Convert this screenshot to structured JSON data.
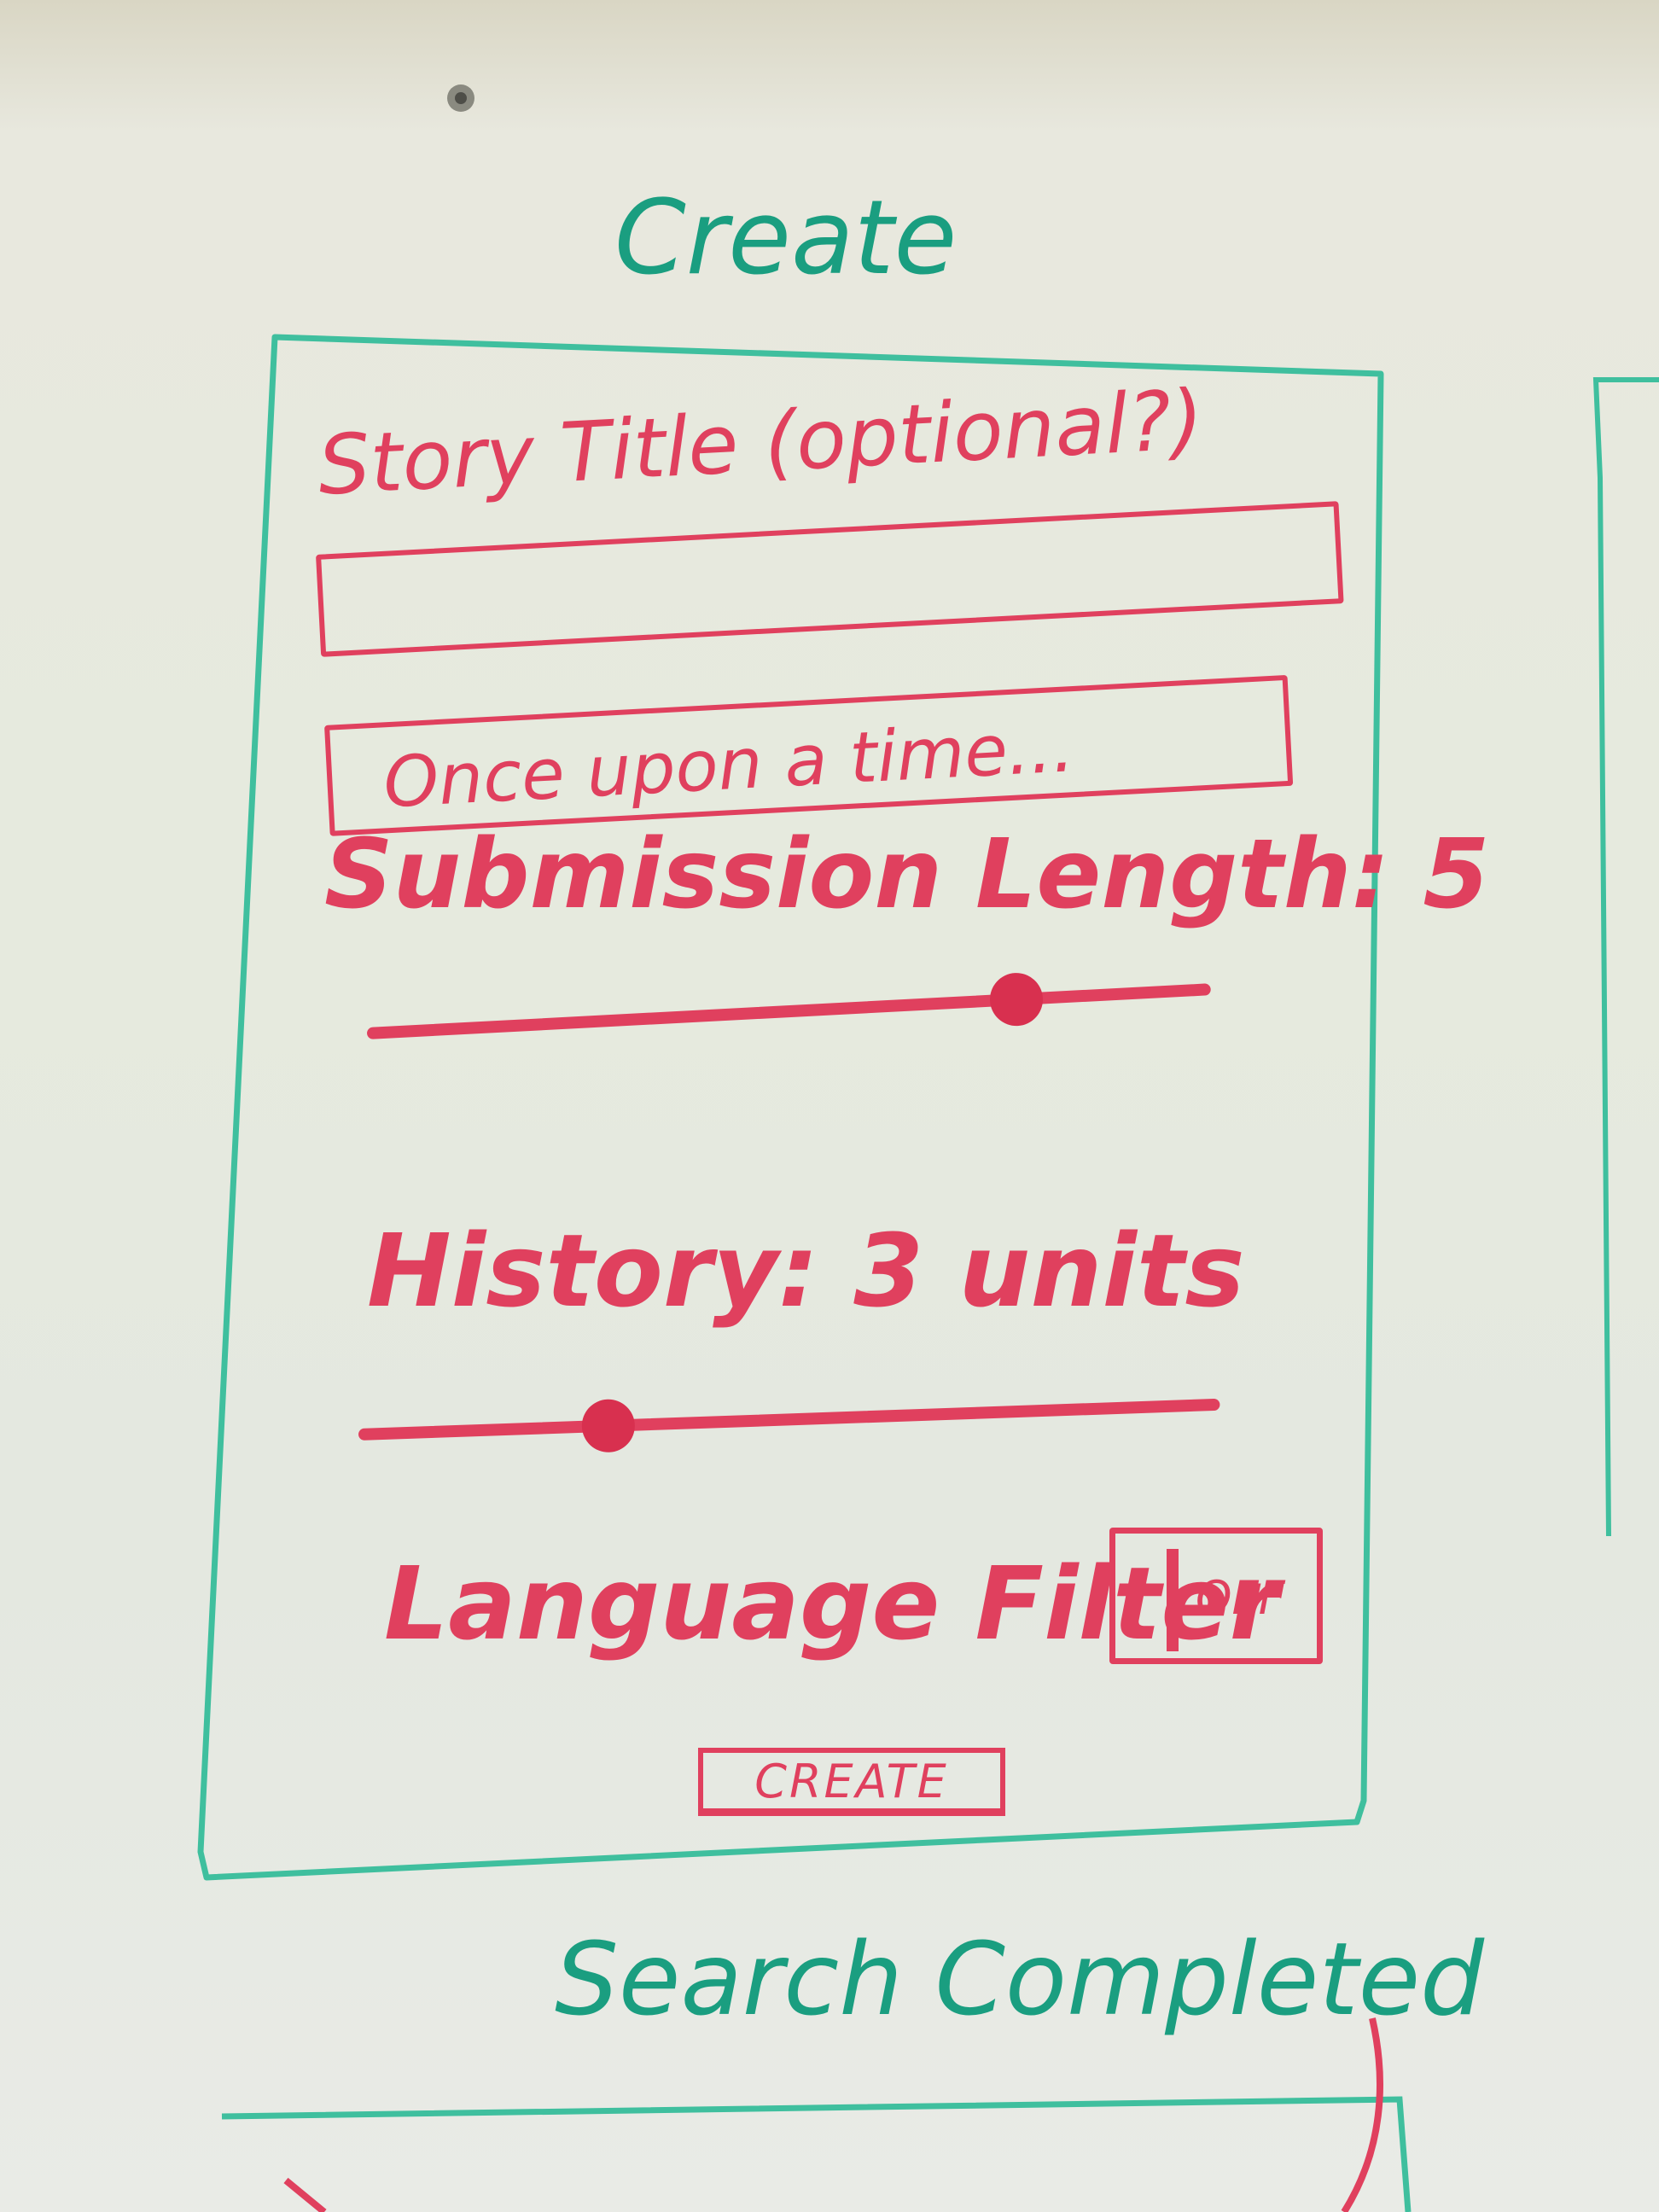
{
  "screens": [
    {
      "title": "Create",
      "story_title_label": "Story Title (optional?)",
      "story_title_value": "",
      "story_body_placeholder": "Once upon a time...",
      "submission_length": {
        "label": "Submission Length: 5",
        "level": 0.77
      },
      "history": {
        "label": "History: 3 units",
        "level": 0.29
      },
      "language_filter": {
        "label": "Language Filter",
        "toggle_label": "OFF",
        "state": "off"
      },
      "create_button_label": "CREATE"
    },
    {
      "title": "Search Completed"
    }
  ],
  "colors": {
    "marker_green": "#1a9e80",
    "marker_red": "#e0405e",
    "board": "#e6eade"
  }
}
